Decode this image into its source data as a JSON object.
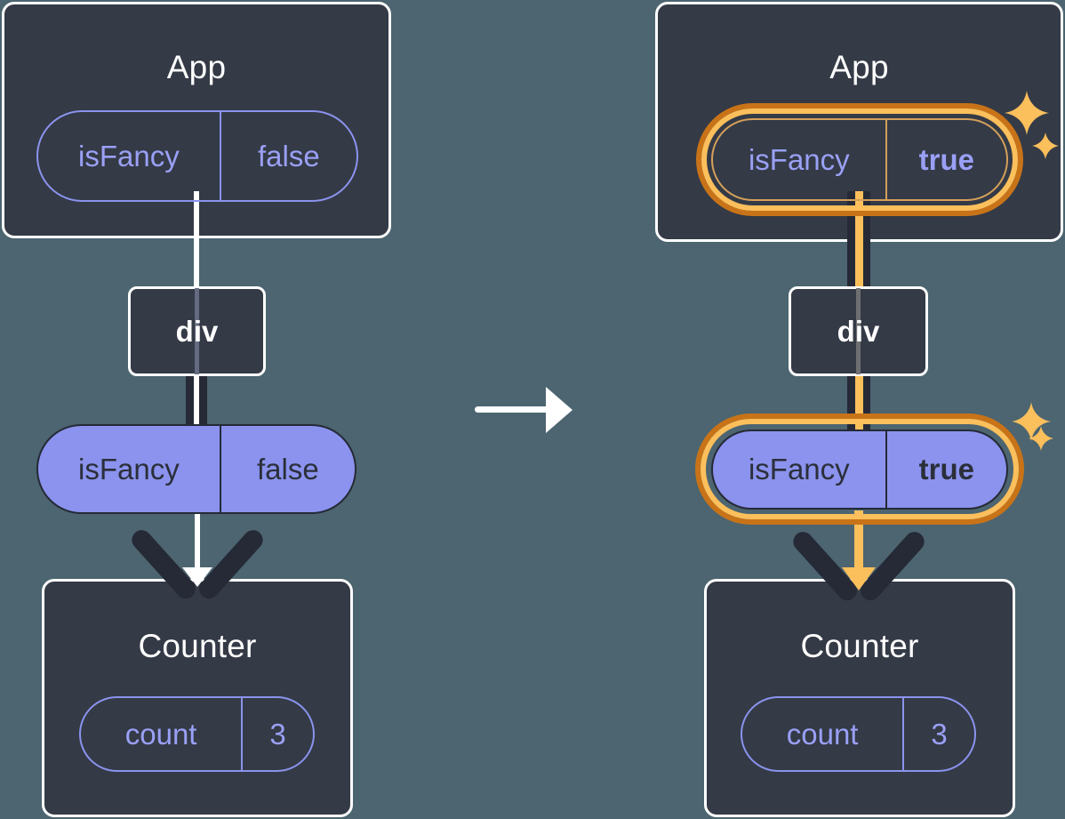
{
  "diagram": {
    "title_left": "App",
    "title_right": "App",
    "transition_arrow_icon": "arrow-right-icon",
    "colors": {
      "background": "#4c6570",
      "box_fill": "#343a46",
      "box_border": "#ffffff",
      "pill_solid_fill": "#8b93ee",
      "pill_outline_stroke": "#8b93ee",
      "highlight_inner": "#fbbf5c",
      "highlight_outer": "#c87318",
      "connector_dark": "#252a36",
      "connector_light": "#ffffff",
      "text_light": "#ffffff",
      "text_dark": "#2b2f3a"
    },
    "left": {
      "app_box": {
        "title": "App",
        "state_pill": {
          "key": "isFancy",
          "value": "false",
          "value_bold": false,
          "highlighted": false
        }
      },
      "div_node": {
        "label": "div"
      },
      "prop_pill": {
        "key": "isFancy",
        "value": "false",
        "value_bold": false,
        "highlighted": false
      },
      "counter_box": {
        "title": "Counter",
        "state_pill": {
          "key": "count",
          "value": "3",
          "value_bold": false,
          "highlighted": false
        }
      },
      "arrow_color": "#252a36",
      "connector_color": "#ffffff"
    },
    "right": {
      "app_box": {
        "title": "App",
        "state_pill": {
          "key": "isFancy",
          "value": "true",
          "value_bold": true,
          "highlighted": true
        }
      },
      "div_node": {
        "label": "div"
      },
      "prop_pill": {
        "key": "isFancy",
        "value": "true",
        "value_bold": true,
        "highlighted": true
      },
      "counter_box": {
        "title": "Counter",
        "state_pill": {
          "key": "count",
          "value": "3",
          "value_bold": false,
          "highlighted": false
        }
      },
      "arrow_color": "#fbbf5c",
      "connector_color": "#fbbf5c",
      "sparkle_icons": [
        "sparkle-icon-large",
        "sparkle-icon-small"
      ]
    }
  }
}
